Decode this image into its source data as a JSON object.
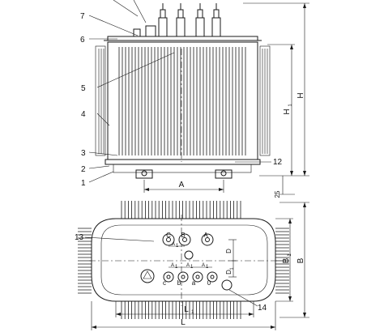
{
  "callouts": {
    "c1": "1",
    "c2": "2",
    "c3": "3",
    "c4": "4",
    "c5": "5",
    "c6": "6",
    "c7": "7",
    "c12": "12",
    "c13": "13",
    "c14": "14"
  },
  "dimensions": {
    "A": "A",
    "H": "H",
    "H1": "H",
    "H1_sub": "1",
    "B": "B",
    "B1": "B",
    "B1_sub": "1",
    "L": "L",
    "L1": "L",
    "L1_sub": "1",
    "d25": "25",
    "dD": "D",
    "dD1": "D",
    "dD1_sub": "1"
  },
  "terminals": {
    "hv": [
      "C",
      "B",
      "A"
    ],
    "lv": [
      "c",
      "b",
      "a",
      "0"
    ],
    "subscript_labels": [
      "A",
      "A",
      "A",
      "A"
    ],
    "subscript_digits": [
      "1",
      "1",
      "1",
      "1"
    ]
  },
  "colors": {
    "line": "#1a1a1a",
    "background": "#ffffff"
  }
}
